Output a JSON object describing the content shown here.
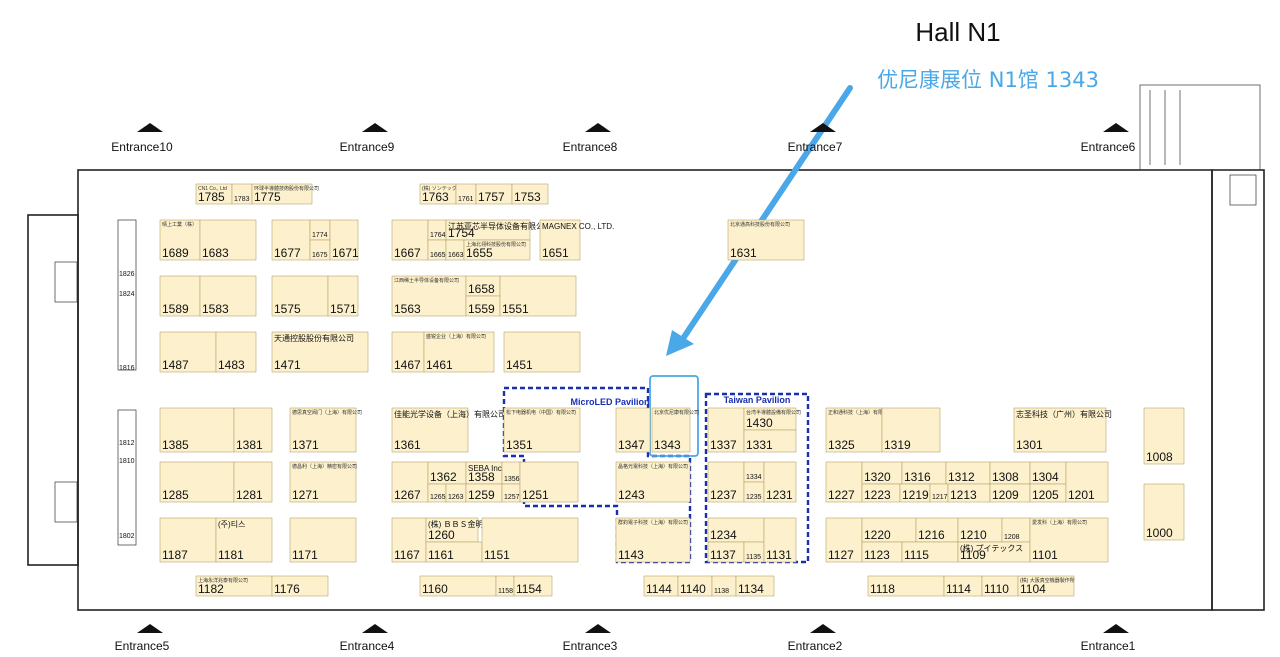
{
  "hall_title": "Hall N1",
  "callout": "优尼康展位 N1馆 1343",
  "pavilions": {
    "microled": "MicroLED Pavilion",
    "taiwan": "Taiwan Pavilion"
  },
  "entrances_top": [
    "Entrance10",
    "Entrance9",
    "Entrance8",
    "Entrance7",
    "Entrance6"
  ],
  "entrances_bottom": [
    "Entrance5",
    "Entrance4",
    "Entrance3",
    "Entrance2",
    "Entrance1"
  ],
  "wall_numbers": [
    "1826",
    "1824",
    "1816",
    "1812",
    "1810",
    "1802"
  ],
  "booths": [
    {
      "n": "1785",
      "co": "CN1 Co., Ltd"
    },
    {
      "n": "1783",
      "co": ""
    },
    {
      "n": "1775",
      "co": "环球半導體技術股份有限公司"
    },
    {
      "n": "1763",
      "co": "(株) ソンテック"
    },
    {
      "n": "1761",
      "co": ""
    },
    {
      "n": "1757",
      "co": ""
    },
    {
      "n": "1753",
      "co": ""
    },
    {
      "n": "1689",
      "co": "晴上工業（株）"
    },
    {
      "n": "1683",
      "co": ""
    },
    {
      "n": "1677",
      "co": ""
    },
    {
      "n": "1774",
      "co": ""
    },
    {
      "n": "1675",
      "co": ""
    },
    {
      "n": "1671",
      "co": ""
    },
    {
      "n": "1667",
      "co": ""
    },
    {
      "n": "1764",
      "co": ""
    },
    {
      "n": "1754",
      "co": "江苏亚芯半导体设备有限公司"
    },
    {
      "n": "1665",
      "co": ""
    },
    {
      "n": "1663",
      "co": ""
    },
    {
      "n": "1655",
      "co": "上海北翎科技股份有限公司"
    },
    {
      "n": "1651",
      "co": "MAGNEX CO., LTD."
    },
    {
      "n": "1631",
      "co": "北京通高科技股份有限公司"
    },
    {
      "n": "1589",
      "co": ""
    },
    {
      "n": "1583",
      "co": ""
    },
    {
      "n": "1575",
      "co": ""
    },
    {
      "n": "1571",
      "co": ""
    },
    {
      "n": "1563",
      "co": "江西稀土半导体设备有限公司"
    },
    {
      "n": "1658",
      "co": ""
    },
    {
      "n": "1559",
      "co": ""
    },
    {
      "n": "1551",
      "co": ""
    },
    {
      "n": "1487",
      "co": ""
    },
    {
      "n": "1483",
      "co": ""
    },
    {
      "n": "1471",
      "co": "天通控股股份有限公司"
    },
    {
      "n": "1467",
      "co": ""
    },
    {
      "n": "1461",
      "co": "盛锐企业（上海）有限公司"
    },
    {
      "n": "1451",
      "co": ""
    },
    {
      "n": "1385",
      "co": ""
    },
    {
      "n": "1381",
      "co": ""
    },
    {
      "n": "1371",
      "co": "德思真空阀门（上海）有限公司"
    },
    {
      "n": "1361",
      "co": "佳能光学设备（上海）有限公司"
    },
    {
      "n": "1351",
      "co": "松下电器机电（中国）有限公司"
    },
    {
      "n": "1347",
      "co": ""
    },
    {
      "n": "1343",
      "co": "北京优尼康有限公司"
    },
    {
      "n": "1337",
      "co": ""
    },
    {
      "n": "1430",
      "co": "台湾半導體設備有限公司"
    },
    {
      "n": "1331",
      "co": ""
    },
    {
      "n": "1325",
      "co": "正和通科技（上海）有限公司"
    },
    {
      "n": "1319",
      "co": ""
    },
    {
      "n": "1301",
      "co": "志圣科技（广州）有限公司"
    },
    {
      "n": "1008",
      "co": ""
    },
    {
      "n": "1285",
      "co": ""
    },
    {
      "n": "1281",
      "co": ""
    },
    {
      "n": "1271",
      "co": "德昌利（上海）精密有限公司"
    },
    {
      "n": "1267",
      "co": ""
    },
    {
      "n": "1362",
      "co": ""
    },
    {
      "n": "1358",
      "co": "SEBA Inc."
    },
    {
      "n": "1356",
      "co": ""
    },
    {
      "n": "1265",
      "co": ""
    },
    {
      "n": "1263",
      "co": ""
    },
    {
      "n": "1259",
      "co": ""
    },
    {
      "n": "1257",
      "co": ""
    },
    {
      "n": "1251",
      "co": ""
    },
    {
      "n": "1243",
      "co": "晶格光電科技（上海）有限公司"
    },
    {
      "n": "1237",
      "co": ""
    },
    {
      "n": "1334",
      "co": ""
    },
    {
      "n": "1235",
      "co": ""
    },
    {
      "n": "1231",
      "co": ""
    },
    {
      "n": "1227",
      "co": ""
    },
    {
      "n": "1320",
      "co": ""
    },
    {
      "n": "1223",
      "co": ""
    },
    {
      "n": "1316",
      "co": ""
    },
    {
      "n": "1219",
      "co": ""
    },
    {
      "n": "1312",
      "co": ""
    },
    {
      "n": "1217",
      "co": ""
    },
    {
      "n": "1213",
      "co": ""
    },
    {
      "n": "1308",
      "co": ""
    },
    {
      "n": "1209",
      "co": ""
    },
    {
      "n": "1304",
      "co": ""
    },
    {
      "n": "1205",
      "co": ""
    },
    {
      "n": "1201",
      "co": ""
    },
    {
      "n": "1187",
      "co": ""
    },
    {
      "n": "1181",
      "co": "(주)티스"
    },
    {
      "n": "1171",
      "co": ""
    },
    {
      "n": "1167",
      "co": ""
    },
    {
      "n": "1260",
      "co": "(株) ＢＢＳ金明 上海晶来科技有限公司"
    },
    {
      "n": "1161",
      "co": ""
    },
    {
      "n": "1151",
      "co": ""
    },
    {
      "n": "1143",
      "co": "群鈞電子科技（上海）有限公司"
    },
    {
      "n": "1234",
      "co": ""
    },
    {
      "n": "1137",
      "co": ""
    },
    {
      "n": "1135",
      "co": ""
    },
    {
      "n": "1131",
      "co": ""
    },
    {
      "n": "1127",
      "co": ""
    },
    {
      "n": "1220",
      "co": ""
    },
    {
      "n": "1123",
      "co": ""
    },
    {
      "n": "1216",
      "co": ""
    },
    {
      "n": "1115",
      "co": ""
    },
    {
      "n": "1210",
      "co": ""
    },
    {
      "n": "1208",
      "co": ""
    },
    {
      "n": "1109",
      "co": "(株) プイテックス"
    },
    {
      "n": "1101",
      "co": "愛发科（上海）有限公司"
    },
    {
      "n": "1000",
      "co": ""
    },
    {
      "n": "1182",
      "co": "上海永洋兆泰有限公司"
    },
    {
      "n": "1176",
      "co": ""
    },
    {
      "n": "1160",
      "co": ""
    },
    {
      "n": "1158",
      "co": ""
    },
    {
      "n": "1154",
      "co": ""
    },
    {
      "n": "1144",
      "co": ""
    },
    {
      "n": "1140",
      "co": ""
    },
    {
      "n": "1138",
      "co": ""
    },
    {
      "n": "1134",
      "co": ""
    },
    {
      "n": "1118",
      "co": ""
    },
    {
      "n": "1114",
      "co": ""
    },
    {
      "n": "1110",
      "co": ""
    },
    {
      "n": "1104",
      "co": "(株) 大阪真空機器製作所"
    }
  ]
}
